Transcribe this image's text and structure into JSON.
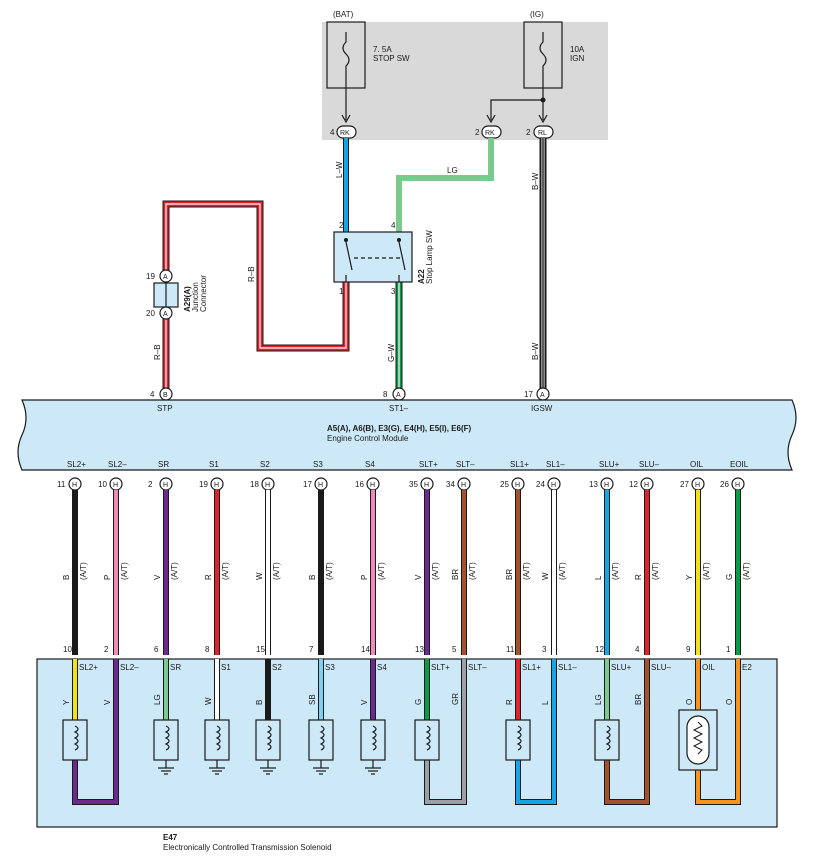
{
  "fuse_box": {
    "bat_label": "(BAT)",
    "ig_label": "(IG)",
    "fuse1_rating": "7. 5A",
    "fuse1_name": "STOP SW",
    "fuse2_rating": "10A",
    "fuse2_name": "IGN",
    "conn_rk1_pin": "4",
    "conn_rk1": "RK",
    "conn_rk2_pin": "2",
    "conn_rk2": "RK",
    "conn_rl_pin": "2",
    "conn_rl": "RL"
  },
  "upper_wires": {
    "lw": "L–W",
    "lg": "LG",
    "bw_top": "B–W",
    "rb_left": "R–B",
    "rb_junction": "R–B",
    "gw": "G–W",
    "bw_bottom": "B–W"
  },
  "stop_lamp_sw": {
    "ref": "A22",
    "name": "Stop Lamp SW",
    "pin2": "2",
    "pin4": "4",
    "pin1": "1",
    "pin3": "3"
  },
  "junction": {
    "ref": "A29(A)",
    "name1": "Junction",
    "name2": "Connector",
    "pin19": "19",
    "pin20": "20",
    "letter": "A"
  },
  "ecm": {
    "refs": "A5(A), A6(B), E3(G), E4(H), E5(I), E6(F)",
    "name": "Engine Control Module",
    "top_pins": [
      {
        "num": "4",
        "letter": "B",
        "label": "STP"
      },
      {
        "num": "8",
        "letter": "A",
        "label": "ST1–"
      },
      {
        "num": "17",
        "letter": "A",
        "label": "IGSW"
      }
    ]
  },
  "lower_wires": [
    {
      "ecm_label": "SL2+",
      "ecm_pin": "11",
      "color": "B",
      "note": "(A/T)",
      "sol_pin": "10",
      "sol_label": "SL2+",
      "sol_color": "Y",
      "hex": "#1a1a1a",
      "hex2": "#f3e21a"
    },
    {
      "ecm_label": "SL2–",
      "ecm_pin": "10",
      "color": "P",
      "note": "(A/T)",
      "sol_pin": "2",
      "sol_label": "SL2–",
      "sol_color": "V",
      "hex": "#f08ab8",
      "hex2": "#6b2a8e"
    },
    {
      "ecm_label": "SR",
      "ecm_pin": "2",
      "color": "V",
      "note": "(A/T)",
      "sol_pin": "6",
      "sol_label": "SR",
      "sol_color": "LG",
      "hex": "#6b2a8e",
      "hex2": "#7cc98e"
    },
    {
      "ecm_label": "S1",
      "ecm_pin": "19",
      "color": "R",
      "note": "(A/T)",
      "sol_pin": "8",
      "sol_label": "S1",
      "sol_color": "W",
      "hex": "#e2222a",
      "hex2": "#ffffff"
    },
    {
      "ecm_label": "S2",
      "ecm_pin": "18",
      "color": "W",
      "note": "(A/T)",
      "sol_pin": "15",
      "sol_label": "S2",
      "sol_color": "B",
      "hex": "#ffffff",
      "hex2": "#1a1a1a"
    },
    {
      "ecm_label": "S3",
      "ecm_pin": "17",
      "color": "B",
      "note": "(A/T)",
      "sol_pin": "7",
      "sol_label": "S3",
      "sol_color": "SB",
      "hex": "#1a1a1a",
      "hex2": "#7fd0f0"
    },
    {
      "ecm_label": "S4",
      "ecm_pin": "16",
      "color": "P",
      "note": "(A/T)",
      "sol_pin": "14",
      "sol_label": "S4",
      "sol_color": "V",
      "hex": "#f08ab8",
      "hex2": "#6b2a8e"
    },
    {
      "ecm_label": "SLT+",
      "ecm_pin": "35",
      "color": "V",
      "note": "(A/T)",
      "sol_pin": "13",
      "sol_label": "SLT+",
      "sol_color": "G",
      "hex": "#6b2a8e",
      "hex2": "#0a9b48"
    },
    {
      "ecm_label": "SLT–",
      "ecm_pin": "34",
      "color": "BR",
      "note": "(A/T)",
      "sol_pin": "5",
      "sol_label": "SLT–",
      "sol_color": "GR",
      "hex": "#a2522c",
      "hex2": "#9aa0a6"
    },
    {
      "ecm_label": "SL1+",
      "ecm_pin": "25",
      "color": "BR",
      "note": "(A/T)",
      "sol_pin": "11",
      "sol_label": "SL1+",
      "sol_color": "R",
      "hex": "#a2522c",
      "hex2": "#e2222a"
    },
    {
      "ecm_label": "SL1–",
      "ecm_pin": "24",
      "color": "W",
      "note": "(A/T)",
      "sol_pin": "3",
      "sol_label": "SL1–",
      "sol_color": "L",
      "hex": "#ffffff",
      "hex2": "#14a6e6"
    },
    {
      "ecm_label": "SLU+",
      "ecm_pin": "13",
      "color": "L",
      "note": "(A/T)",
      "sol_pin": "12",
      "sol_label": "SLU+",
      "sol_color": "LG",
      "hex": "#14a6e6",
      "hex2": "#7cc98e"
    },
    {
      "ecm_label": "SLU–",
      "ecm_pin": "12",
      "color": "R",
      "note": "(A/T)",
      "sol_pin": "4",
      "sol_label": "SLU–",
      "sol_color": "BR",
      "hex": "#e2222a",
      "hex2": "#a2522c"
    },
    {
      "ecm_label": "OIL",
      "ecm_pin": "27",
      "color": "Y",
      "note": "(A/T)",
      "sol_pin": "9",
      "sol_label": "OIL",
      "sol_color": "O",
      "hex": "#f3e21a",
      "hex2": "#f7941d"
    },
    {
      "ecm_label": "EOIL",
      "ecm_pin": "26",
      "color": "G",
      "note": "(A/T)",
      "sol_pin": "1",
      "sol_label": "E2",
      "sol_color": "O",
      "hex": "#0a9b48",
      "hex2": "#f7941d"
    }
  ],
  "ecm_pin_letter": "H",
  "solenoid": {
    "ref": "E47",
    "name": "Electronically Controlled Transmission Solenoid"
  },
  "colors": {
    "panel_blue": "#cde9f7",
    "fuse_gray": "#d9d9d9",
    "wire_red": "#e2222a",
    "wire_blue": "#14a6e6",
    "wire_lg": "#7cc98e",
    "wire_green": "#0a9b48",
    "wire_black": "#1a1a1a"
  }
}
